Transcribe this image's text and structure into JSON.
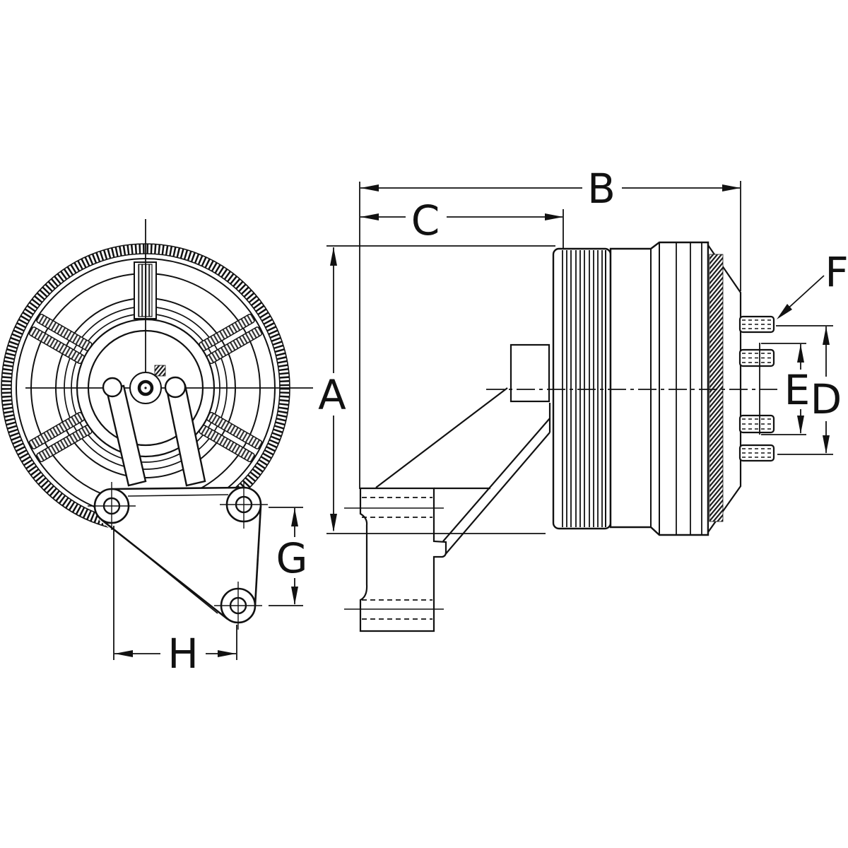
{
  "page": {
    "background_color": "#ffffff",
    "line_color": "#111111",
    "content": "engineering dimension drawing, fan clutch assembly, front view and side view"
  },
  "views": {
    "front_view_name": "fan-clutch-front-view",
    "side_view_name": "fan-clutch-side-view"
  },
  "dims": {
    "A": "A",
    "B": "B",
    "C": "C",
    "D": "D",
    "E": "E",
    "F": "F",
    "G": "G",
    "H": "H"
  }
}
